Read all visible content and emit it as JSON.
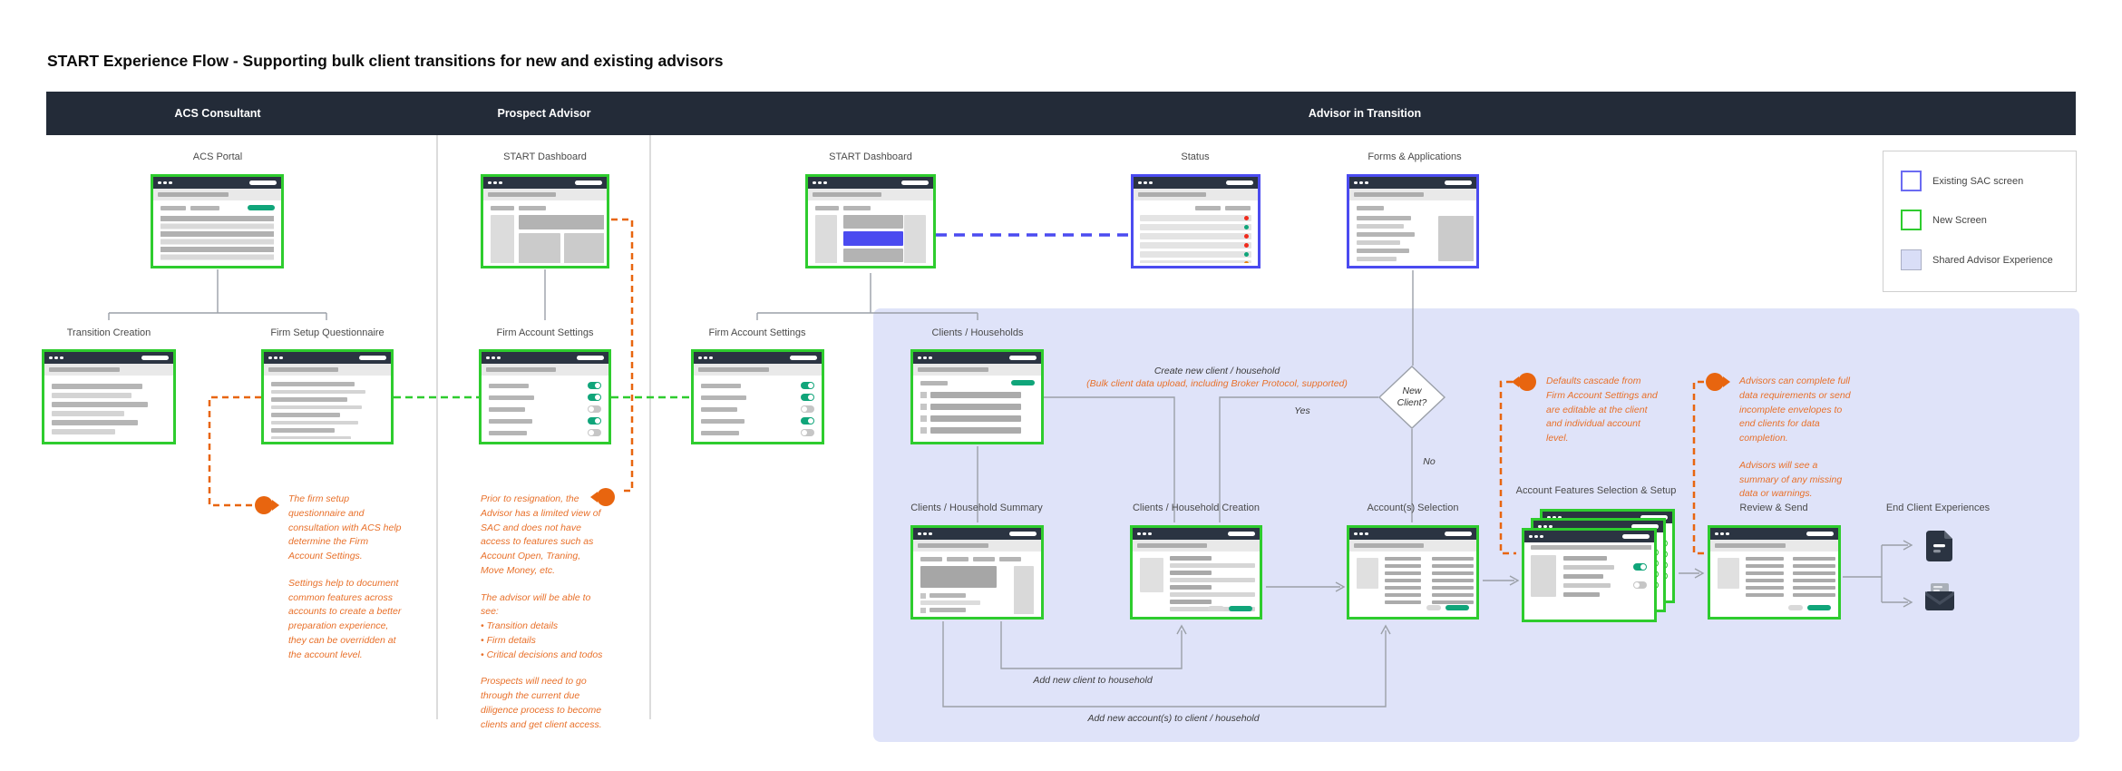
{
  "title": "START Experience Flow - Supporting bulk client transitions for new and existing advisors",
  "lanes": [
    {
      "label": "ACS Consultant"
    },
    {
      "label": "Prospect Advisor"
    },
    {
      "label": "Advisor in Transition"
    }
  ],
  "legend": {
    "items": [
      {
        "label": "Existing SAC screen",
        "type": "existing-sac",
        "color": "#6B6BF2"
      },
      {
        "label": "New Screen",
        "type": "new-screen",
        "color": "#2ECC2E"
      },
      {
        "label": "Shared Advisor Experience",
        "type": "shared",
        "color": "#DFE3F9"
      }
    ]
  },
  "nodes": {
    "acs_portal": "ACS Portal",
    "start_dashboard_prospect": "START Dashboard",
    "start_dashboard_advisor": "START Dashboard",
    "status": "Status",
    "forms_applications": "Forms & Applications",
    "transition_creation": "Transition Creation",
    "firm_setup_questionnaire": "Firm Setup Questionnaire",
    "firm_account_settings_prospect": "Firm Account Settings",
    "firm_account_settings_advisor": "Firm Account Settings",
    "clients_households": "Clients / Households",
    "clients_household_summary": "Clients / Household Summary",
    "clients_household_creation": "Clients / Household Creation",
    "accounts_selection": "Account(s) Selection",
    "account_features": "Account Features Selection & Setup",
    "review_send": "Review & Send",
    "end_client_experiences": "End Client Experiences"
  },
  "decision": {
    "line1": "New",
    "line2": "Client?",
    "yes": "Yes",
    "no": "No"
  },
  "flow_labels": {
    "create_new": "Create new client / household",
    "bulk": "(Bulk client data upload, including Broker Protocol, supported)",
    "add_client": "Add new client to household",
    "add_accounts": "Add new account(s) to client / household"
  },
  "annotations": {
    "firm_setup": {
      "p1": "The firm setup questionnaire and consultation with ACS help determine the Firm Account Settings.",
      "p2": "Settings help to document common features across accounts to create a better preparation experience, they can be overridden at the account level."
    },
    "prior": {
      "p1": "Prior to resignation, the Advisor has a limited view of SAC and does not have access to features such as Account Open, Traning, Move Money, etc.",
      "p2": "The advisor will be able to see:",
      "bullets": [
        "• Transition details",
        "• Firm details",
        "• Critical decisions and todos"
      ],
      "p3": "Prospects will need to go through the current due diligence process to become clients and get client access."
    },
    "defaults": "Defaults cascade from Firm Account Settings and are editable at the client and individual account level.",
    "complete": {
      "p1": "Advisors can complete full data requirements or send incomplete envelopes to end clients for data completion.",
      "p2": "Advisors will see a summary of any missing data or warnings."
    }
  },
  "colors": {
    "header_bar": "#232B38",
    "new_screen_border": "#2ECC2E",
    "existing_sac_border": "#4B4BF0",
    "shared_region_bg": "#DFE3F9",
    "accent_green": "#10A57A",
    "accent_blue_block": "#4B4BF0",
    "annotation_orange": "#E8650F",
    "status_red": "#F02B1D",
    "status_orange": "#E8840F",
    "connector_gray": "#9BA0A8"
  }
}
